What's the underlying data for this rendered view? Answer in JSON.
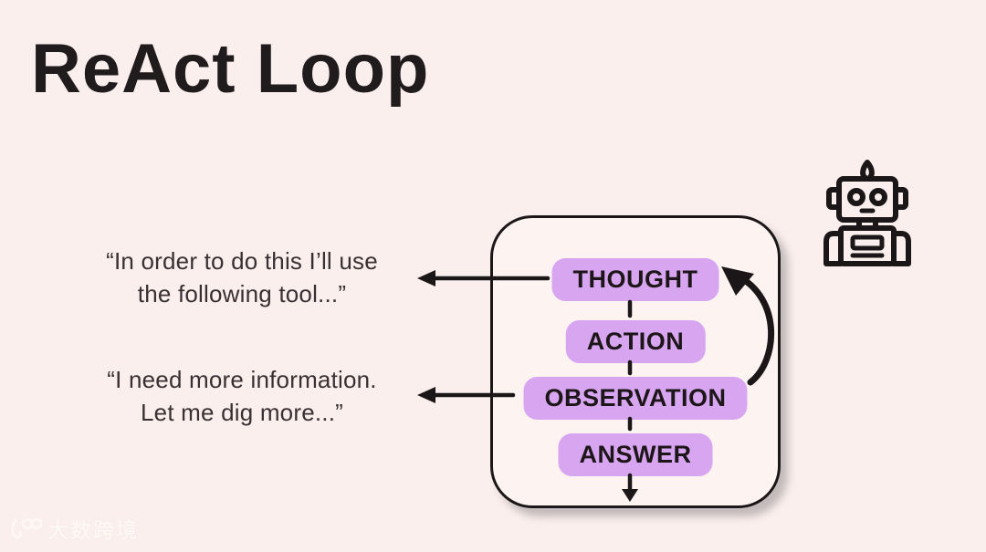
{
  "page": {
    "title": "ReAct Loop",
    "background_color": "#fbefed",
    "accent_color": "#d8a5f0",
    "ink_color": "#1b1618"
  },
  "quotes": [
    {
      "line1": "“In order to do this I’ll use",
      "line2": "the following tool...”",
      "points_to": "THOUGHT"
    },
    {
      "line1": "“I need more information.",
      "line2": "Let me dig more...”",
      "points_to": "OBSERVATION"
    }
  ],
  "loop": {
    "steps": [
      {
        "label": "THOUGHT"
      },
      {
        "label": "ACTION"
      },
      {
        "label": "OBSERVATION"
      },
      {
        "label": "ANSWER"
      }
    ],
    "loop_back": "OBSERVATION to THOUGHT"
  },
  "icons": {
    "robot": "robot-icon",
    "loop_arrow": "loop-back-arrow-icon",
    "down_arrow": "flow-exit-arrow-icon",
    "left_arrows": "callout-arrow-icon"
  },
  "watermark": {
    "text": "大数跨境"
  }
}
